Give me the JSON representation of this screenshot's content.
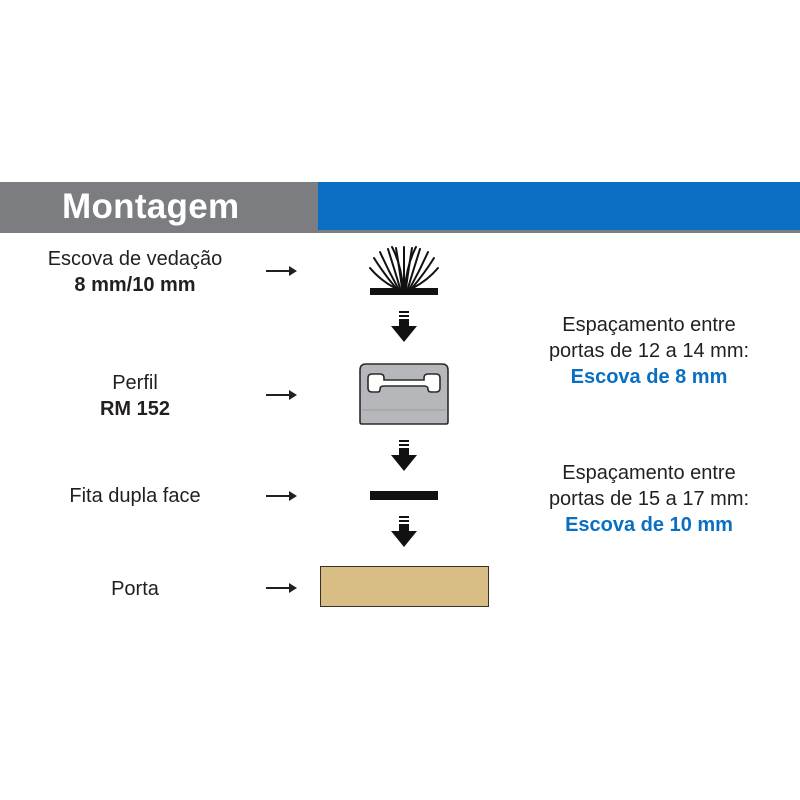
{
  "header": {
    "title": "Montagem"
  },
  "rows": [
    {
      "label_line1": "Escova de vedação",
      "label_line2": "8 mm/10 mm"
    },
    {
      "label_line1": "Perfil",
      "label_line2": "RM 152"
    },
    {
      "label_line1": "Fita dupla face",
      "label_line2": ""
    },
    {
      "label_line1": "Porta",
      "label_line2": ""
    }
  ],
  "notes": [
    {
      "line1": "Espaçamento entre",
      "line2": "portas de 12 a 14 mm:",
      "highlight": "Escova de 8 mm"
    },
    {
      "line1": "Espaçamento entre",
      "line2": "portas de 15 a 17 mm:",
      "highlight": "Escova de 10 mm"
    }
  ],
  "colors": {
    "header_grey": "#7b7d80",
    "header_blue": "#0a6fc2",
    "highlight_blue": "#0a6fc2",
    "door_fill": "#d8bd85",
    "profile_fill": "#b5b7ba"
  },
  "icons": [
    "brush-strip-icon",
    "aluminium-profile-icon",
    "double-sided-tape-icon",
    "door-panel-icon",
    "down-arrow-icon",
    "right-arrow-icon"
  ]
}
